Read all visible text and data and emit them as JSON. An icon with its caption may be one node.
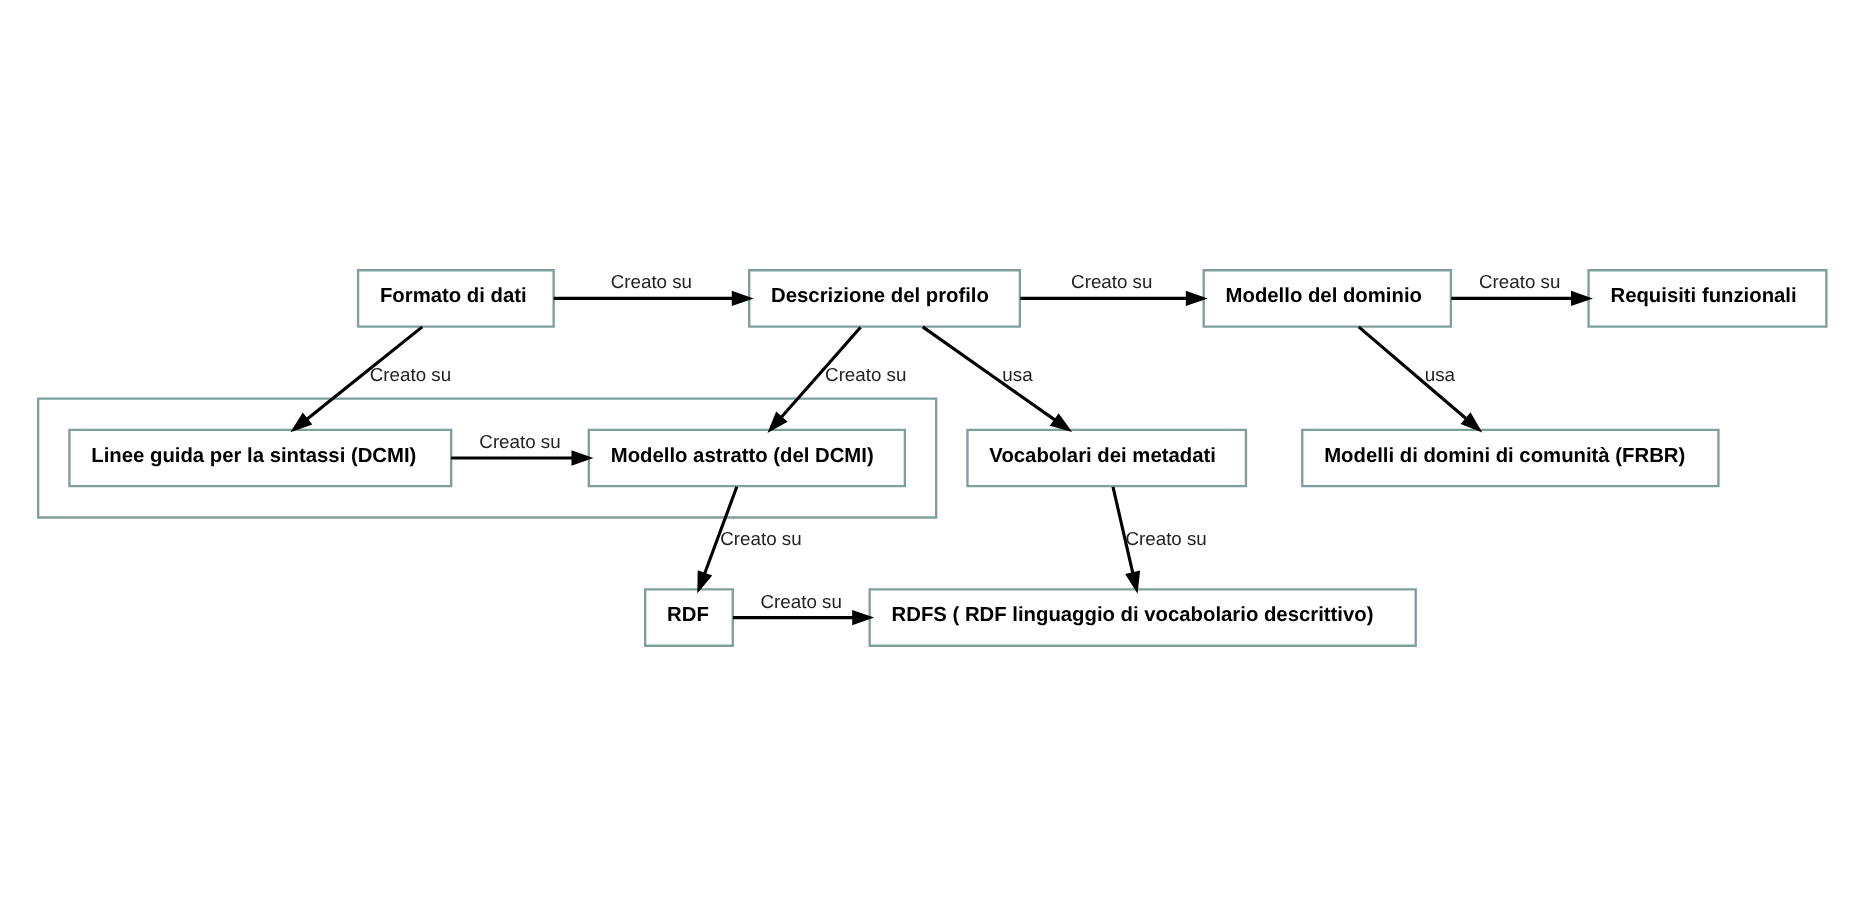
{
  "diagram": {
    "nodes": [
      {
        "text": [
          "Requisiti funzionali"
        ]
      },
      {
        "text": [
          "Modello del dominio"
        ]
      },
      {
        "text": [
          "Descrizione del profilo"
        ]
      },
      {
        "text": [
          "Formato di dati"
        ]
      },
      {
        "text": [
          "Modelli di domini di comunità (FRBR)"
        ]
      },
      {
        "text": [
          "Vocabolari dei metadati"
        ]
      },
      {
        "text": [],
        "shape": "box"
      },
      {
        "text": [
          "Modello astratto (del DCMI)"
        ],
        "in": 6
      },
      {
        "text": [
          "Linee guida per la sintassi (DCMI)"
        ],
        "in": 6
      },
      {
        "text": [
          "RDFS ( RDF linguaggio di vocabolario descrittivo)"
        ]
      },
      {
        "text": [
          "RDF"
        ]
      }
    ],
    "edges": [
      {
        "from": 1,
        "to": 0,
        "arrow": "to",
        "label": "Creato su"
      },
      {
        "from": 2,
        "to": 1,
        "arrow": "to",
        "label": "Creato su"
      },
      {
        "from": 3,
        "to": 2,
        "arrow": "to",
        "label": "Creato su"
      },
      {
        "from": 1,
        "to": 4,
        "arrow": "to",
        "label": "usa"
      },
      {
        "from": 2,
        "to": 5,
        "arrow": "to",
        "label": "usa"
      },
      {
        "from": 2,
        "to": 7,
        "arrow": "to",
        "label": "Creato su"
      },
      {
        "from": 3,
        "to": 8,
        "arrow": "to",
        "label": "Creato su"
      },
      {
        "from": 8,
        "to": 7,
        "arrow": "to",
        "label": "Creato su"
      },
      {
        "from": 5,
        "to": 9,
        "arrow": "to",
        "label": "Creato su"
      },
      {
        "from": 7,
        "to": 10,
        "arrow": "to",
        "label": "Creato su"
      },
      {
        "from": 10,
        "to": 9,
        "arrow": "to",
        "label": "Creato su"
      }
    ]
  }
}
